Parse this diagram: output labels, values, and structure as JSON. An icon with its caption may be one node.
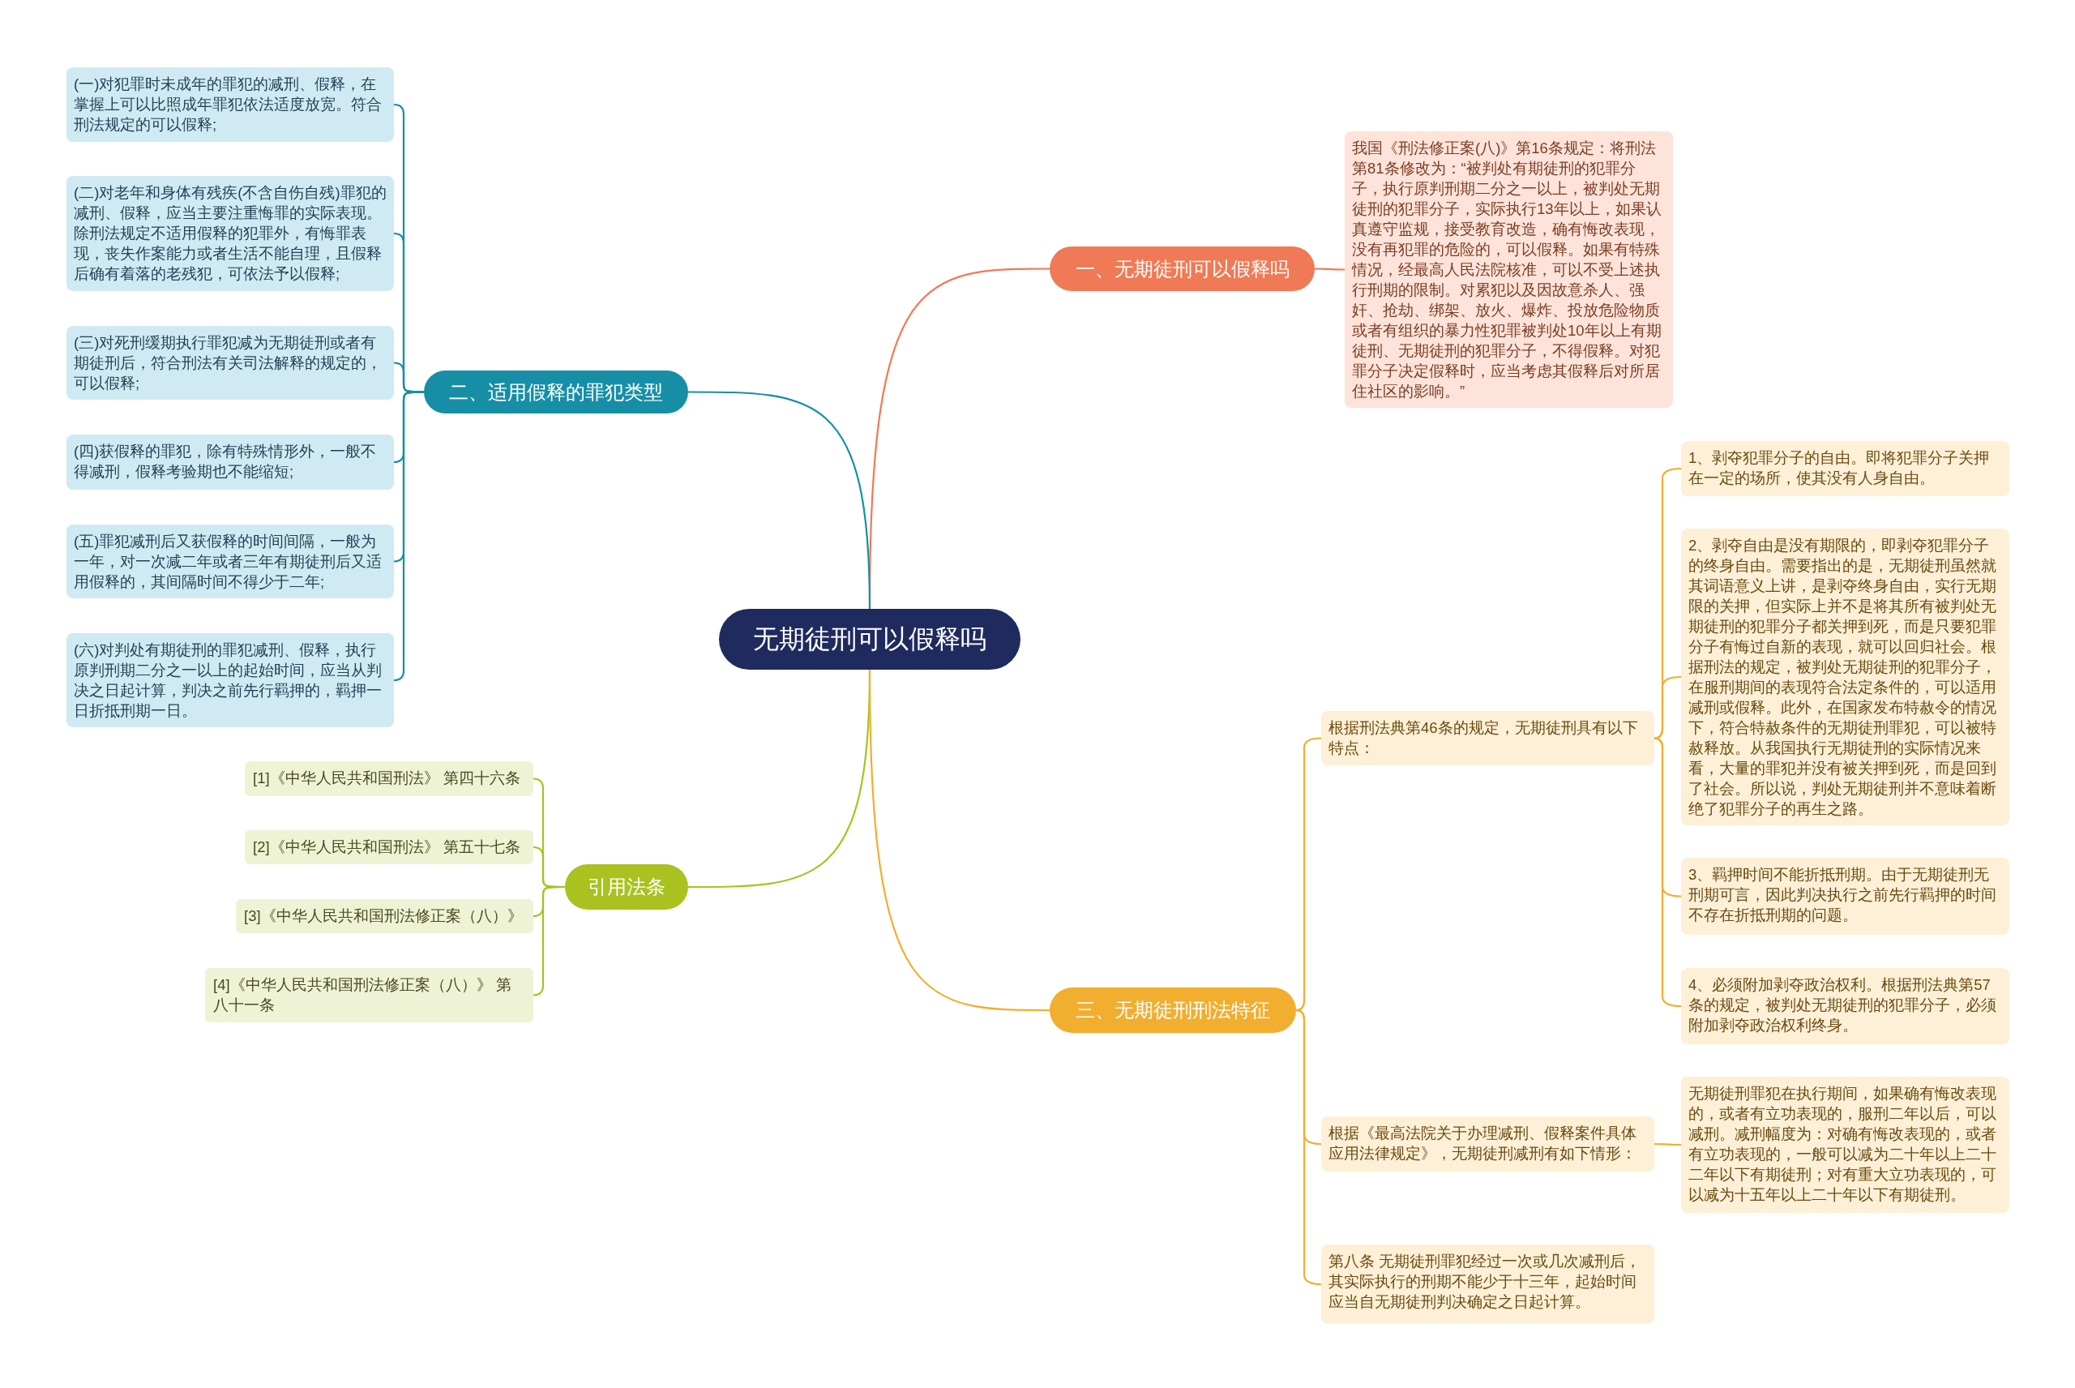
{
  "diagram": {
    "nodes": [
      {
        "text": [
          "无期徒刑可以假释吗"
        ]
      },
      {
        "text": [
          "一、无期徒刑可以假释吗"
        ]
      },
      {
        "text": [
          "我国《刑法修正案(八)》第16条规定：将刑法第81条修改为：“被判处有期徒刑的犯罪分子，执行原判刑期二分之一以上，被判处无期徒刑的犯罪分子，实际执行13年以上，如果认真遵守监规，接受教育改造，确有悔改表现，没有再犯罪的危险的，可以假释。如果有特殊情况，经最高人民法院核准，可以不受上述执行刑期的限制。对累犯以及因故意杀人、强奸、抢劫、绑架、放火、爆炸、投放危险物质或者有组织的暴力性犯罪被判处10年以上有期徒刑、无期徒刑的犯罪分子，不得假释。对犯罪分子决定假释时，应当考虑其假释后对所居住社区的影响。”"
        ]
      },
      {
        "text": [
          "二、适用假释的罪犯类型"
        ]
      },
      {
        "text": [
          "(一)对犯罪时未成年的罪犯的减刑、假释，在掌握上可以比照成年罪犯依法适度放宽。符合刑法规定的可以假释;"
        ]
      },
      {
        "text": [
          "(二)对老年和身体有残疾(不含自伤自残)罪犯的减刑、假释，应当主要注重悔罪的实际表现。除刑法规定不适用假释的犯罪外，有悔罪表现，丧失作案能力或者生活不能自理，且假释后确有着落的老残犯，可依法予以假释;"
        ]
      },
      {
        "text": [
          "(三)对死刑缓期执行罪犯减为无期徒刑或者有期徒刑后，符合刑法有关司法解释的规定的，可以假释;"
        ]
      },
      {
        "text": [
          "(四)获假释的罪犯，除有特殊情形外，一般不得减刑，假释考验期也不能缩短;"
        ]
      },
      {
        "text": [
          "(五)罪犯减刑后又获假释的时间间隔，一般为一年，对一次减二年或者三年有期徒刑后又适用假释的，其间隔时间不得少于二年;"
        ]
      },
      {
        "text": [
          "(六)对判处有期徒刑的罪犯减刑、假释，执行原判刑期二分之一以上的起始时间，应当从判决之日起计算，判决之前先行羁押的，羁押一日折抵刑期一日。"
        ]
      },
      {
        "text": [
          "引用法条"
        ]
      },
      {
        "text": [
          "[1]《中华人民共和国刑法》 第四十六条"
        ]
      },
      {
        "text": [
          "[2]《中华人民共和国刑法》 第五十七条"
        ]
      },
      {
        "text": [
          "[3]《中华人民共和国刑法修正案（八）》"
        ]
      },
      {
        "text": [
          "[4]《中华人民共和国刑法修正案（八）》 第八十一条"
        ]
      },
      {
        "text": [
          "三、无期徒刑刑法特征"
        ]
      },
      {
        "text": [
          "根据刑法典第46条的规定，无期徒刑具有以下特点："
        ]
      },
      {
        "text": [
          "1、剥夺犯罪分子的自由。即将犯罪分子关押在一定的场所，使其没有人身自由。"
        ]
      },
      {
        "text": [
          "2、剥夺自由是没有期限的，即剥夺犯罪分子的终身自由。需要指出的是，无期徒刑虽然就其词语意义上讲，是剥夺终身自由，实行无期限的关押，但实际上并不是将其所有被判处无期徒刑的犯罪分子都关押到死，而是只要犯罪分子有悔过自新的表现，就可以回归社会。根据刑法的规定，被判处无期徒刑的犯罪分子，在服刑期间的表现符合法定条件的，可以适用减刑或假释。此外，在国家发布特赦令的情况下，符合特赦条件的无期徒刑罪犯，可以被特赦释放。从我国执行无期徒刑的实际情况来看，大量的罪犯并没有被关押到死，而是回到了社会。所以说，判处无期徒刑并不意味着断绝了犯罪分子的再生之路。"
        ]
      },
      {
        "text": [
          "3、羁押时间不能折抵刑期。由于无期徒刑无刑期可言，因此判决执行之前先行羁押的时间不存在折抵刑期的问题。"
        ]
      },
      {
        "text": [
          "4、必须附加剥夺政治权利。根据刑法典第57条的规定，被判处无期徒刑的犯罪分子，必须附加剥夺政治权利终身。"
        ]
      },
      {
        "text": [
          "根据《最高法院关于办理减刑、假释案件具体应用法律规定》，无期徒刑减刑有如下情形："
        ]
      },
      {
        "text": [
          "无期徒刑罪犯在执行期间，如果确有悔改表现的，或者有立功表现的，服刑二年以后，可以减刑。减刑幅度为：对确有悔改表现的，或者有立功表现的，一般可以减为二十年以上二十二年以下有期徒刑；对有重大立功表现的，可以减为十五年以上二十年以下有期徒刑。"
        ]
      },
      {
        "text": [
          "第八条 无期徒刑罪犯经过一次或几次减刑后，其实际执行的刑期不能少于十三年，起始时间应当自无期徒刑判决确定之日起计算。"
        ]
      }
    ],
    "edges": [
      {
        "from": 0,
        "to": 1,
        "arrow": "none",
        "color": "#f07a55"
      },
      {
        "from": 1,
        "to": 2,
        "arrow": "none",
        "color": "#f07a55"
      },
      {
        "from": 0,
        "to": 3,
        "arrow": "none",
        "color": "#168fa6"
      },
      {
        "from": 3,
        "to": 4,
        "arrow": "none",
        "color": "#168fa6"
      },
      {
        "from": 3,
        "to": 5,
        "arrow": "none",
        "color": "#168fa6"
      },
      {
        "from": 3,
        "to": 6,
        "arrow": "none",
        "color": "#168fa6"
      },
      {
        "from": 3,
        "to": 7,
        "arrow": "none",
        "color": "#168fa6"
      },
      {
        "from": 3,
        "to": 8,
        "arrow": "none",
        "color": "#168fa6"
      },
      {
        "from": 3,
        "to": 9,
        "arrow": "none",
        "color": "#168fa6"
      },
      {
        "from": 0,
        "to": 10,
        "arrow": "none",
        "color": "#a9c21f"
      },
      {
        "from": 10,
        "to": 11,
        "arrow": "none",
        "color": "#a9c21f"
      },
      {
        "from": 10,
        "to": 12,
        "arrow": "none",
        "color": "#a9c21f"
      },
      {
        "from": 10,
        "to": 13,
        "arrow": "none",
        "color": "#a9c21f"
      },
      {
        "from": 10,
        "to": 14,
        "arrow": "none",
        "color": "#a9c21f"
      },
      {
        "from": 0,
        "to": 15,
        "arrow": "none",
        "color": "#f2ae2e"
      },
      {
        "from": 15,
        "to": 16,
        "arrow": "none",
        "color": "#f2ae2e"
      },
      {
        "from": 16,
        "to": 17,
        "arrow": "none",
        "color": "#f2ae2e"
      },
      {
        "from": 16,
        "to": 18,
        "arrow": "none",
        "color": "#f2ae2e"
      },
      {
        "from": 16,
        "to": 19,
        "arrow": "none",
        "color": "#f2ae2e"
      },
      {
        "from": 16,
        "to": 20,
        "arrow": "none",
        "color": "#f2ae2e"
      },
      {
        "from": 15,
        "to": 21,
        "arrow": "none",
        "color": "#f2ae2e"
      },
      {
        "from": 21,
        "to": 22,
        "arrow": "none",
        "color": "#f2ae2e"
      },
      {
        "from": 15,
        "to": 23,
        "arrow": "none",
        "color": "#f2ae2e"
      }
    ]
  }
}
